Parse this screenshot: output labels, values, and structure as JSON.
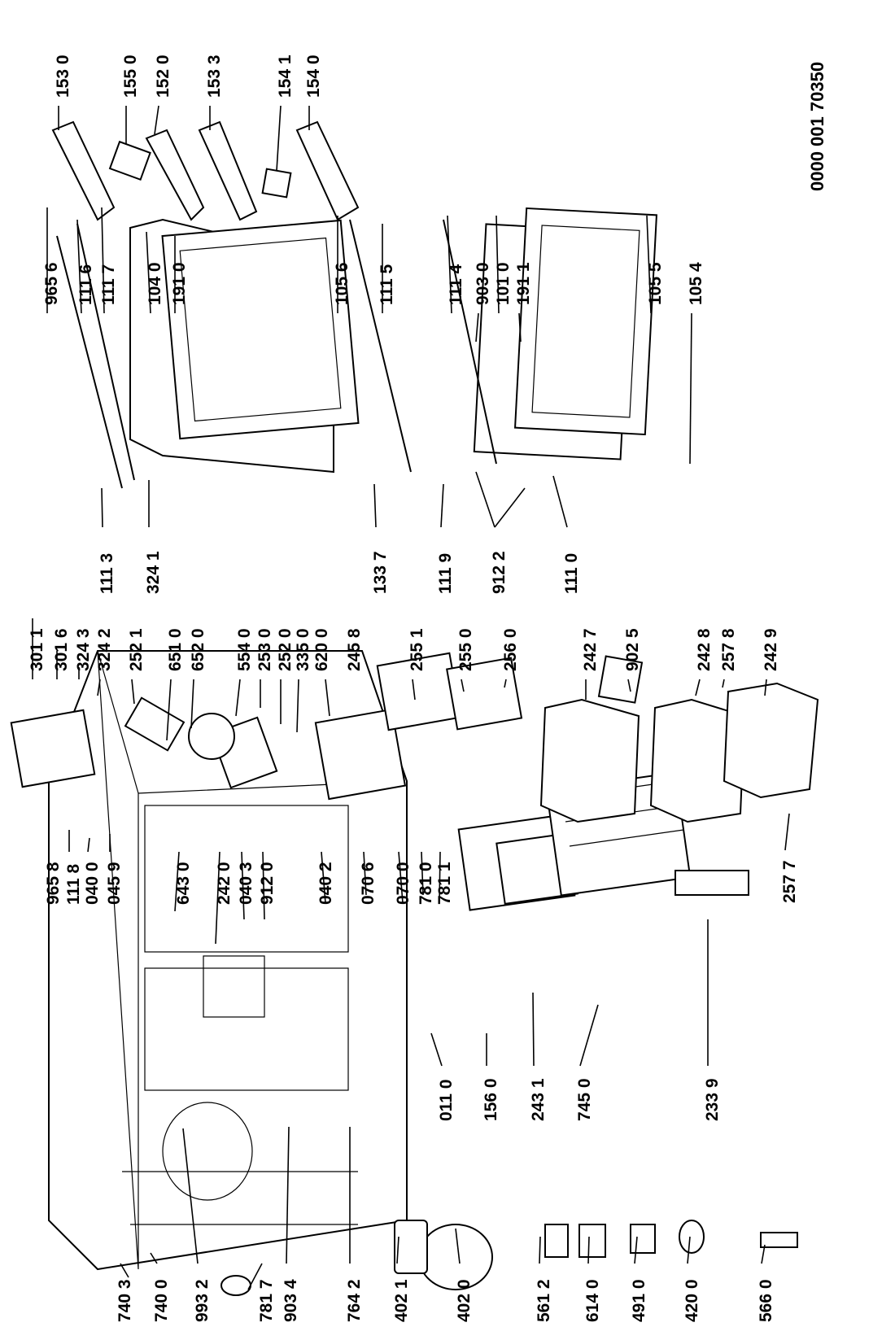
{
  "document_number": "0000 001 70350",
  "part_labels": [
    "740 3",
    "740 0",
    "993 2",
    "781 7",
    "903 4",
    "764 2",
    "402 1",
    "402 0",
    "561 2",
    "614 0",
    "491 0",
    "420 0",
    "566 0",
    "011 0",
    "156 0",
    "243 1",
    "745 0",
    "233 9",
    "965 8",
    "111 8",
    "040 0",
    "045 9",
    "643 0",
    "242 0",
    "040 3",
    "912 0",
    "040 2",
    "070 6",
    "070 0",
    "781 0",
    "781 1",
    "257 7",
    "301 1",
    "301 6",
    "324 3",
    "324 2",
    "252 1",
    "651 0",
    "652 0",
    "554 0",
    "253 0",
    "252 0",
    "335 0",
    "620 0",
    "245 8",
    "255 1",
    "255 0",
    "256 0",
    "242 7",
    "902 5",
    "242 8",
    "257 8",
    "242 9",
    "111 3",
    "324 1",
    "133 7",
    "111 9",
    "912 2",
    "111 0",
    "965 6",
    "111 6",
    "111 7",
    "104 0",
    "191 0",
    "105 6",
    "111 5",
    "111 4",
    "903 0",
    "101 0",
    "191 1",
    "105 5",
    "105 4",
    "153 0",
    "155 0",
    "152 0",
    "153 3",
    "154 1",
    "154 0"
  ]
}
